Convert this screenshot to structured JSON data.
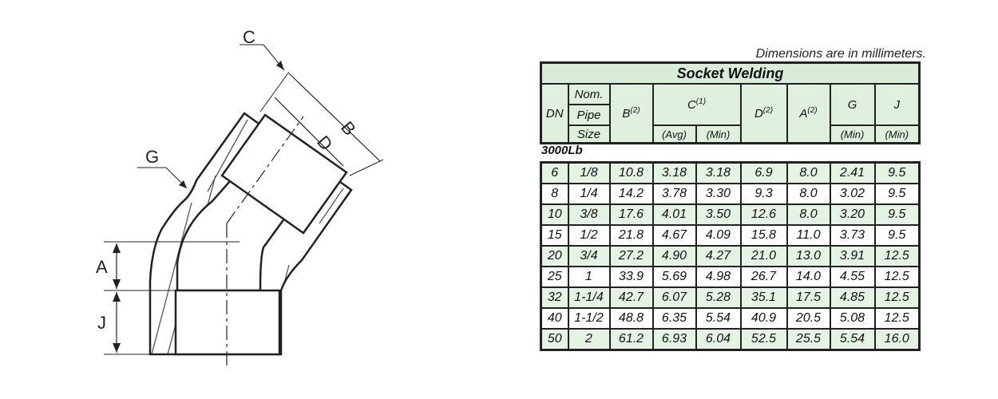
{
  "drawing": {
    "labels": {
      "c": "C",
      "b": "B",
      "d": "D",
      "g": "G",
      "a": "A",
      "j": "J"
    }
  },
  "table": {
    "note": "Dimensions are in millimeters.",
    "title": "Socket Welding",
    "headers": {
      "dn": "DN",
      "nom_line1": "Nom.",
      "nom_line2": "Pipe",
      "nom_line3": "Size",
      "b": "B",
      "b_sup": "(2)",
      "c": "C",
      "c_sup": "(1)",
      "c_avg": "(Avg)",
      "c_min": "(Min)",
      "d": "D",
      "d_sup": "(2)",
      "a": "A",
      "a_sup": "(2)",
      "g": "G",
      "g_sub": "(Min)",
      "j": "J",
      "j_sub": "(Min)"
    },
    "pressure_class": "3000Lb",
    "rows": [
      [
        "6",
        "1/8",
        "10.8",
        "3.18",
        "3.18",
        "6.9",
        "8.0",
        "2.41",
        "9.5"
      ],
      [
        "8",
        "1/4",
        "14.2",
        "3.78",
        "3.30",
        "9.3",
        "8.0",
        "3.02",
        "9.5"
      ],
      [
        "10",
        "3/8",
        "17.6",
        "4.01",
        "3.50",
        "12.6",
        "8.0",
        "3.20",
        "9.5"
      ],
      [
        "15",
        "1/2",
        "21.8",
        "4.67",
        "4.09",
        "15.8",
        "11.0",
        "3.73",
        "9.5"
      ],
      [
        "20",
        "3/4",
        "27.2",
        "4.90",
        "4.27",
        "21.0",
        "13.0",
        "3.91",
        "12.5"
      ],
      [
        "25",
        "1",
        "33.9",
        "5.69",
        "4.98",
        "26.7",
        "14.0",
        "4.55",
        "12.5"
      ],
      [
        "32",
        "1-1/4",
        "42.7",
        "6.07",
        "5.28",
        "35.1",
        "17.5",
        "4.85",
        "12.5"
      ],
      [
        "40",
        "1-1/2",
        "48.8",
        "6.35",
        "5.54",
        "40.9",
        "20.5",
        "5.08",
        "12.5"
      ],
      [
        "50",
        "2",
        "61.2",
        "6.93",
        "6.04",
        "52.5",
        "25.5",
        "5.54",
        "16.0"
      ]
    ]
  }
}
